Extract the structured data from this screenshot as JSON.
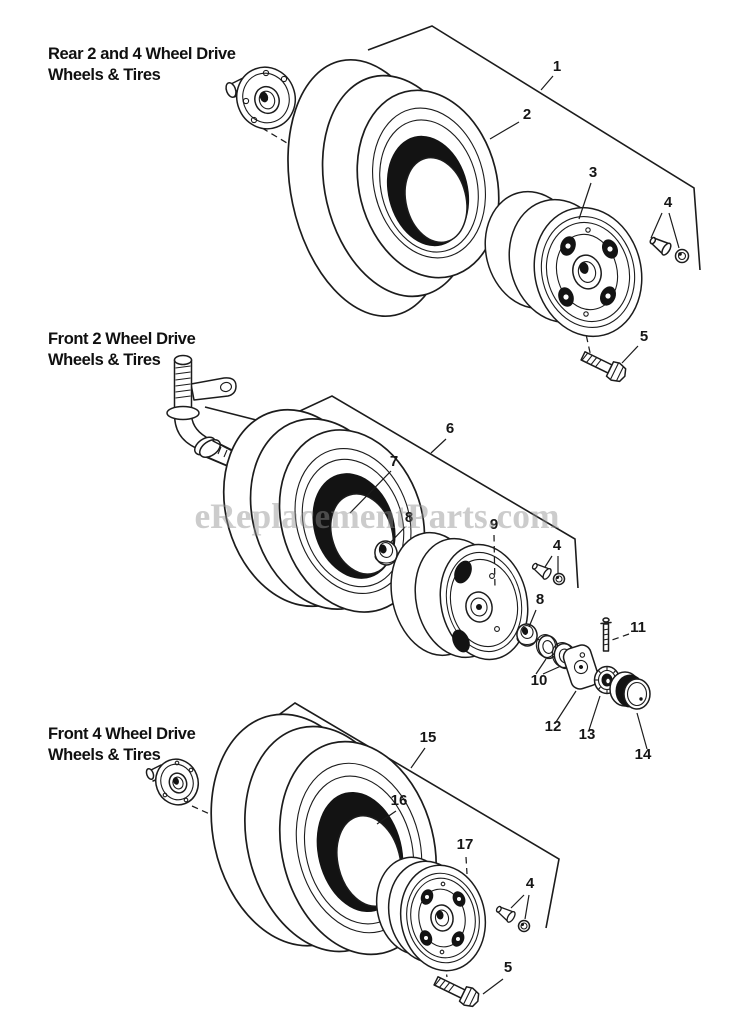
{
  "diagram": {
    "watermark": "eReplacementParts.com",
    "colors": {
      "ink": "#1c1c1c",
      "paper": "#ffffff",
      "watermark_gray": "#8f8f8f"
    },
    "sections": [
      {
        "id": "rear-2-and-4-wheel-drive",
        "title": [
          "Rear 2 and 4 Wheel Drive",
          "Wheels & Tires"
        ],
        "callouts": [
          "1",
          "2",
          "3",
          "4",
          "5"
        ]
      },
      {
        "id": "front-2-wheel-drive",
        "title": [
          "Front 2 Wheel Drive",
          "Wheels & Tires"
        ],
        "callouts": [
          "6",
          "7",
          "8",
          "9",
          "4",
          "8",
          "10",
          "11",
          "12",
          "13",
          "14"
        ]
      },
      {
        "id": "front-4-wheel-drive",
        "title": [
          "Front 4 Wheel Drive",
          "Wheels & Tires"
        ],
        "callouts": [
          "15",
          "16",
          "17",
          "4",
          "5"
        ]
      }
    ]
  }
}
